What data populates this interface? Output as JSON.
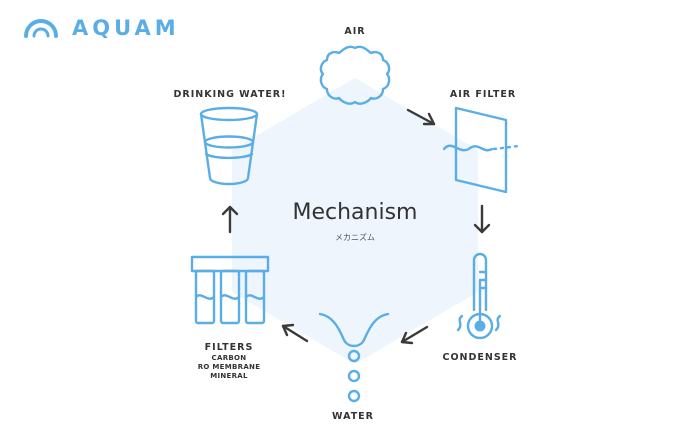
{
  "brand": {
    "name": "AQUAM"
  },
  "diagram": {
    "title": "Mechanism",
    "subtitle": "メカニズム",
    "stages": {
      "air": "AIR",
      "air_filter": "AIR FILTER",
      "condenser": "CONDENSER",
      "water": "WATER",
      "filters": "FILTERS",
      "filters_sub": [
        "CARBON",
        "RO MEMBRANE",
        "MINERAL"
      ],
      "drinking_water": "DRINKING WATER!"
    }
  },
  "colors": {
    "accent": "#5aaee5",
    "hexagon": "#eef5fc",
    "arrow": "#3a3a3a",
    "text": "#333333"
  }
}
